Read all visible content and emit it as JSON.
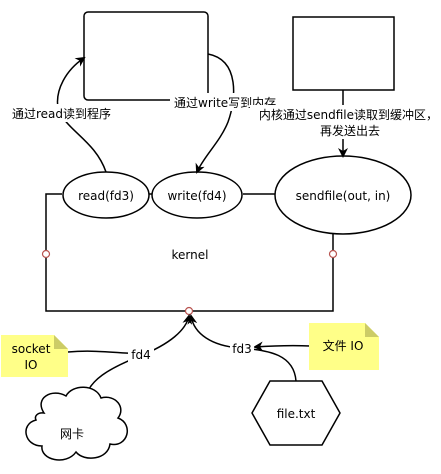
{
  "labels": {
    "read_label": "通过read读到程序",
    "write_label": "通过write写到内存",
    "sendfile_label_line1": "内核通过sendfile读取到缓冲区，",
    "sendfile_label_line2": "再发送出去",
    "read_node": "read(fd3)",
    "write_node": "write(fd4)",
    "sendfile_node": "sendfile(out, in)",
    "kernel": "kernel",
    "fd4": "fd4",
    "fd3": "fd3",
    "socket_note_line1": "socket",
    "socket_note_line2": "IO",
    "file_note": "文件 IO",
    "cloud": "网卡",
    "file_node": "file.txt"
  },
  "colors": {
    "note_fill": "#ffff88",
    "note_fold": "#cccc66",
    "stroke": "#000000",
    "port_stroke": "#b85450"
  }
}
